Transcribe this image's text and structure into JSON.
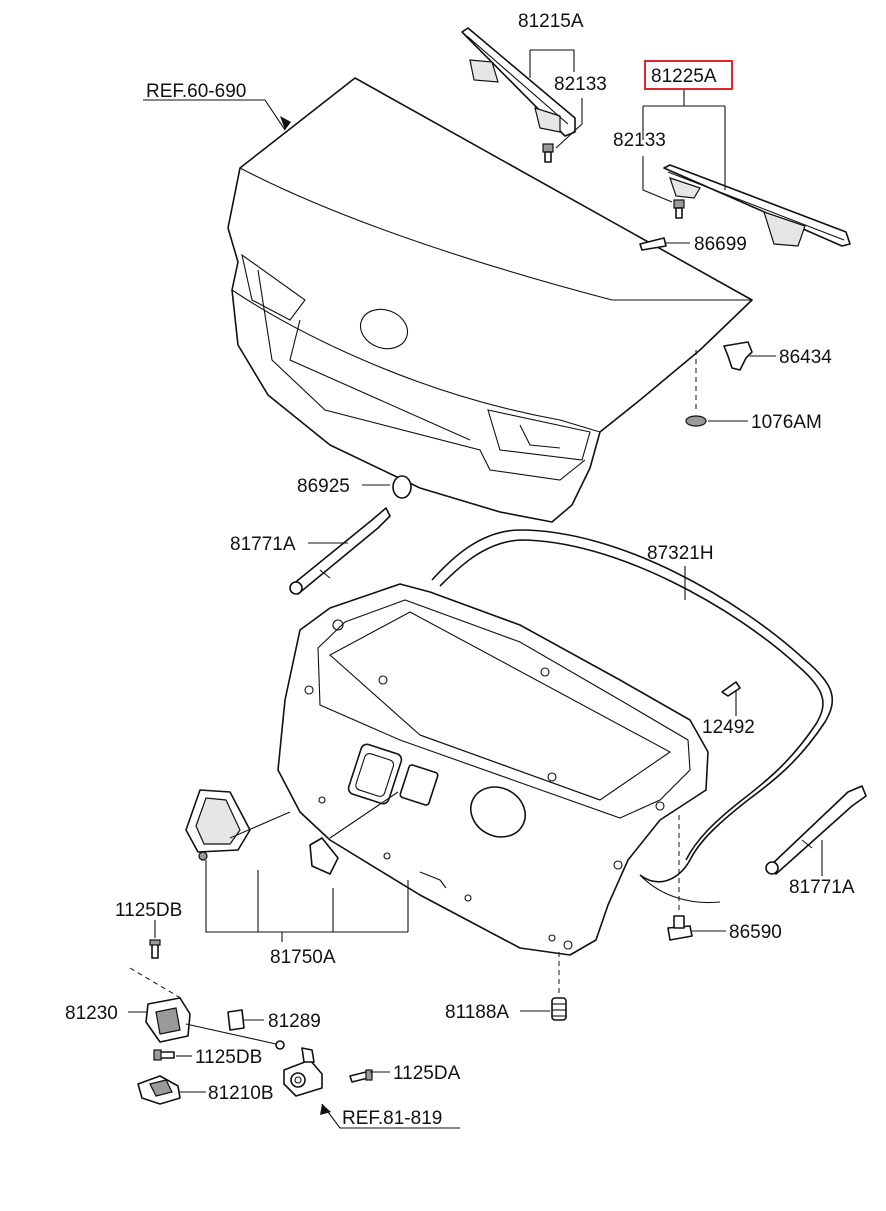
{
  "highlight_color": "#e0262b",
  "labels": {
    "p81215A": "81215A",
    "p82133_top": "82133",
    "p81225A": "81225A",
    "p82133_right": "82133",
    "ref60690": "REF.60-690",
    "p86699": "86699",
    "p86434": "86434",
    "p1076AM": "1076AM",
    "p86925": "86925",
    "p81771A_left": "81771A",
    "p87321H": "87321H",
    "p12492": "12492",
    "p81771A_right": "81771A",
    "p86590": "86590",
    "p1125DB_top": "1125DB",
    "p81750A": "81750A",
    "p81230": "81230",
    "p81289": "81289",
    "p81188A": "81188A",
    "p1125DB_mid": "1125DB",
    "p1125DA": "1125DA",
    "p81210B": "81210B",
    "ref81819": "REF.81-819"
  }
}
